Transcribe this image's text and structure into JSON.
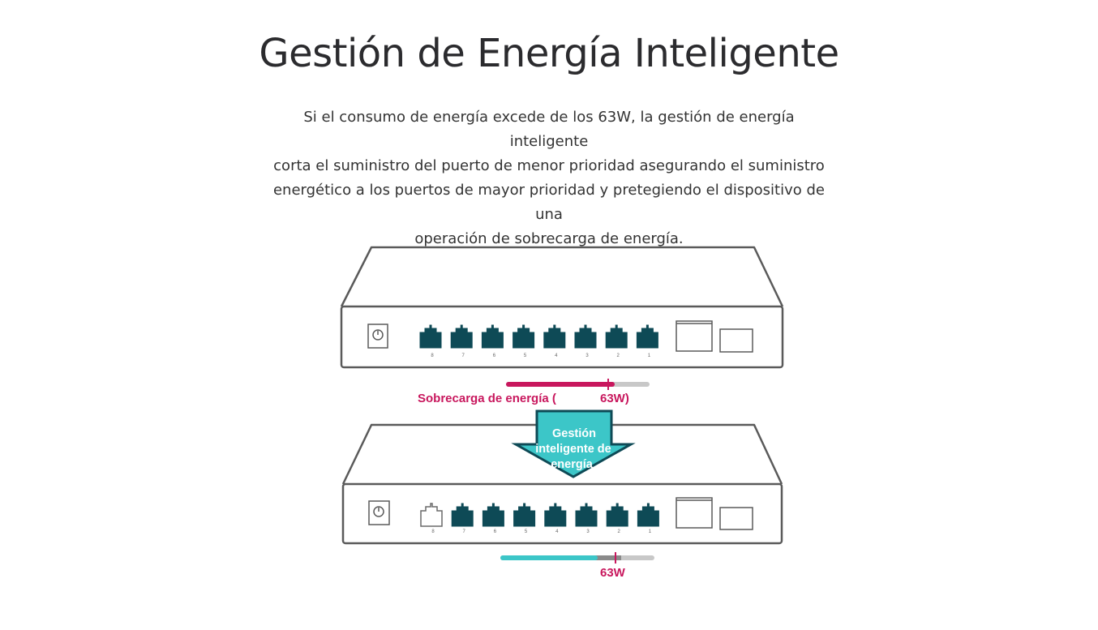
{
  "page": {
    "title": "Gestión de Energía Inteligente",
    "description_lines": [
      "Si el consumo de energía excede de los 63W, la gestión de energía inteligente",
      "corta el suministro del puerto de menor prioridad asegurando el suministro",
      "energético a los puertos de mayor prioridad y pretegiendo el dispositivo de una",
      "operación de sobrecarga de energía."
    ]
  },
  "diagram": {
    "port_numbers": [
      "8",
      "7",
      "6",
      "5",
      "4",
      "3",
      "2",
      "1"
    ],
    "overload_label_left": "Sobrecarga de energía (",
    "overload_label_right": "63W)",
    "arrow_label_lines": [
      "Gestión",
      "inteligente de",
      "energía"
    ],
    "limit_label": "63W",
    "colors": {
      "magenta": "#c8175d",
      "teal": "#3cc6c8",
      "port": "#0e4a56",
      "outline": "#5a5a5a",
      "bar_bg": "#c8c8c8"
    }
  }
}
